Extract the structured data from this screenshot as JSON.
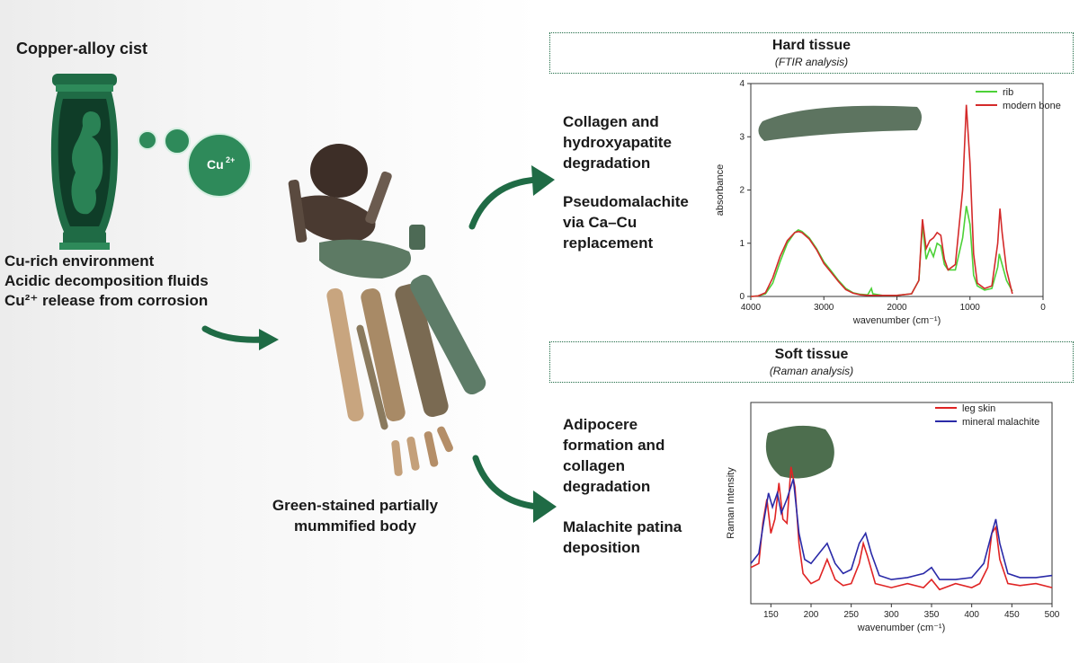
{
  "cist": {
    "title": "Copper-alloy cist",
    "ion_label": "Cu",
    "ion_charge": "2+"
  },
  "environment": [
    "Cu-rich environment",
    "Acidic decomposition fluids",
    "Cu²⁺ release from corrosion"
  ],
  "body_caption": [
    "Green-stained partially",
    "mummified body"
  ],
  "hard_tissue": {
    "title": "Hard tissue",
    "subtitle": "(FTIR analysis)",
    "process_1": [
      "Collagen and",
      "hydroxyapatite",
      "degradation"
    ],
    "process_2": [
      "Pseudomalachite",
      "via Ca–Cu",
      "replacement"
    ]
  },
  "soft_tissue": {
    "title": "Soft tissue",
    "subtitle": "(Raman analysis)",
    "process_1": [
      "Adipocere",
      "formation and",
      "collagen",
      "degradation"
    ],
    "process_2": [
      "Malachite patina",
      "deposition"
    ]
  },
  "colors": {
    "accent_green": "#1f6b45",
    "rib": "#4cd137",
    "modern_bone": "#d42a2a",
    "leg_skin": "#e02424",
    "mineral_malachite": "#2a2aa8"
  },
  "chart_data": [
    {
      "type": "line",
      "xlabel": "wavenumber (cm⁻¹)",
      "ylabel": "absorbance",
      "xlim": [
        4000,
        0
      ],
      "ylim": [
        0,
        4
      ],
      "x_ticks": [
        4000,
        3000,
        2000,
        1000,
        0
      ],
      "y_ticks": [
        0,
        1,
        2,
        3,
        4
      ],
      "legend": "top-right",
      "series": [
        {
          "name": "rib",
          "color": "#4cd137",
          "points": [
            [
              4000,
              0.0
            ],
            [
              3900,
              0.01
            ],
            [
              3800,
              0.05
            ],
            [
              3700,
              0.25
            ],
            [
              3600,
              0.65
            ],
            [
              3500,
              1.0
            ],
            [
              3400,
              1.2
            ],
            [
              3350,
              1.25
            ],
            [
              3300,
              1.22
            ],
            [
              3200,
              1.1
            ],
            [
              3100,
              0.9
            ],
            [
              3000,
              0.65
            ],
            [
              2900,
              0.48
            ],
            [
              2800,
              0.3
            ],
            [
              2700,
              0.15
            ],
            [
              2600,
              0.07
            ],
            [
              2500,
              0.04
            ],
            [
              2400,
              0.03
            ],
            [
              2350,
              0.15
            ],
            [
              2330,
              0.05
            ],
            [
              2200,
              0.02
            ],
            [
              2000,
              0.02
            ],
            [
              1800,
              0.05
            ],
            [
              1700,
              0.3
            ],
            [
              1650,
              1.35
            ],
            [
              1600,
              0.7
            ],
            [
              1550,
              0.9
            ],
            [
              1500,
              0.75
            ],
            [
              1450,
              1.0
            ],
            [
              1400,
              0.95
            ],
            [
              1350,
              0.6
            ],
            [
              1300,
              0.5
            ],
            [
              1200,
              0.5
            ],
            [
              1100,
              1.1
            ],
            [
              1050,
              1.7
            ],
            [
              1000,
              1.35
            ],
            [
              950,
              0.4
            ],
            [
              900,
              0.2
            ],
            [
              800,
              0.12
            ],
            [
              700,
              0.15
            ],
            [
              620,
              0.55
            ],
            [
              600,
              0.8
            ],
            [
              570,
              0.65
            ],
            [
              500,
              0.3
            ],
            [
              420,
              0.1
            ]
          ]
        },
        {
          "name": "modern bone",
          "color": "#d42a2a",
          "points": [
            [
              4000,
              0.0
            ],
            [
              3900,
              0.01
            ],
            [
              3800,
              0.07
            ],
            [
              3700,
              0.35
            ],
            [
              3600,
              0.75
            ],
            [
              3500,
              1.05
            ],
            [
              3400,
              1.2
            ],
            [
              3350,
              1.22
            ],
            [
              3300,
              1.2
            ],
            [
              3200,
              1.08
            ],
            [
              3100,
              0.88
            ],
            [
              3000,
              0.62
            ],
            [
              2900,
              0.45
            ],
            [
              2800,
              0.28
            ],
            [
              2700,
              0.13
            ],
            [
              2600,
              0.06
            ],
            [
              2500,
              0.03
            ],
            [
              2400,
              0.02
            ],
            [
              2000,
              0.02
            ],
            [
              1800,
              0.05
            ],
            [
              1700,
              0.3
            ],
            [
              1650,
              1.45
            ],
            [
              1600,
              0.9
            ],
            [
              1550,
              1.05
            ],
            [
              1500,
              1.1
            ],
            [
              1450,
              1.2
            ],
            [
              1400,
              1.15
            ],
            [
              1350,
              0.7
            ],
            [
              1300,
              0.5
            ],
            [
              1200,
              0.6
            ],
            [
              1100,
              2.0
            ],
            [
              1050,
              3.6
            ],
            [
              1000,
              2.5
            ],
            [
              950,
              0.8
            ],
            [
              900,
              0.25
            ],
            [
              800,
              0.15
            ],
            [
              700,
              0.2
            ],
            [
              620,
              1.0
            ],
            [
              590,
              1.65
            ],
            [
              560,
              1.2
            ],
            [
              500,
              0.5
            ],
            [
              420,
              0.05
            ]
          ]
        }
      ]
    },
    {
      "type": "line",
      "xlabel": "wavenumber (cm⁻¹)",
      "ylabel": "Raman Intensity",
      "xlim": [
        125,
        500
      ],
      "ylim": [
        0,
        1
      ],
      "x_ticks": [
        150,
        200,
        250,
        300,
        350,
        400,
        450,
        500
      ],
      "legend": "top-right",
      "series": [
        {
          "name": "leg skin",
          "color": "#e02424",
          "points": [
            [
              125,
              0.18
            ],
            [
              135,
              0.2
            ],
            [
              140,
              0.4
            ],
            [
              145,
              0.52
            ],
            [
              150,
              0.35
            ],
            [
              155,
              0.42
            ],
            [
              160,
              0.6
            ],
            [
              165,
              0.42
            ],
            [
              170,
              0.4
            ],
            [
              175,
              0.68
            ],
            [
              180,
              0.58
            ],
            [
              185,
              0.3
            ],
            [
              190,
              0.15
            ],
            [
              200,
              0.1
            ],
            [
              210,
              0.12
            ],
            [
              220,
              0.22
            ],
            [
              230,
              0.12
            ],
            [
              240,
              0.09
            ],
            [
              250,
              0.1
            ],
            [
              260,
              0.2
            ],
            [
              265,
              0.3
            ],
            [
              270,
              0.24
            ],
            [
              280,
              0.1
            ],
            [
              300,
              0.08
            ],
            [
              320,
              0.1
            ],
            [
              340,
              0.08
            ],
            [
              350,
              0.12
            ],
            [
              360,
              0.07
            ],
            [
              380,
              0.1
            ],
            [
              400,
              0.08
            ],
            [
              410,
              0.1
            ],
            [
              420,
              0.18
            ],
            [
              425,
              0.35
            ],
            [
              430,
              0.38
            ],
            [
              435,
              0.22
            ],
            [
              445,
              0.1
            ],
            [
              460,
              0.09
            ],
            [
              480,
              0.1
            ],
            [
              500,
              0.08
            ]
          ]
        },
        {
          "name": "mineral malachite",
          "color": "#2a2aa8",
          "points": [
            [
              125,
              0.2
            ],
            [
              135,
              0.25
            ],
            [
              140,
              0.38
            ],
            [
              147,
              0.55
            ],
            [
              152,
              0.48
            ],
            [
              158,
              0.55
            ],
            [
              163,
              0.45
            ],
            [
              170,
              0.52
            ],
            [
              178,
              0.62
            ],
            [
              185,
              0.35
            ],
            [
              192,
              0.22
            ],
            [
              200,
              0.2
            ],
            [
              210,
              0.25
            ],
            [
              220,
              0.3
            ],
            [
              230,
              0.2
            ],
            [
              240,
              0.15
            ],
            [
              250,
              0.17
            ],
            [
              260,
              0.3
            ],
            [
              268,
              0.35
            ],
            [
              275,
              0.25
            ],
            [
              285,
              0.14
            ],
            [
              300,
              0.12
            ],
            [
              320,
              0.13
            ],
            [
              340,
              0.15
            ],
            [
              350,
              0.18
            ],
            [
              360,
              0.12
            ],
            [
              380,
              0.12
            ],
            [
              400,
              0.13
            ],
            [
              415,
              0.2
            ],
            [
              425,
              0.35
            ],
            [
              430,
              0.42
            ],
            [
              435,
              0.3
            ],
            [
              445,
              0.15
            ],
            [
              460,
              0.13
            ],
            [
              480,
              0.13
            ],
            [
              500,
              0.14
            ]
          ]
        }
      ]
    }
  ]
}
